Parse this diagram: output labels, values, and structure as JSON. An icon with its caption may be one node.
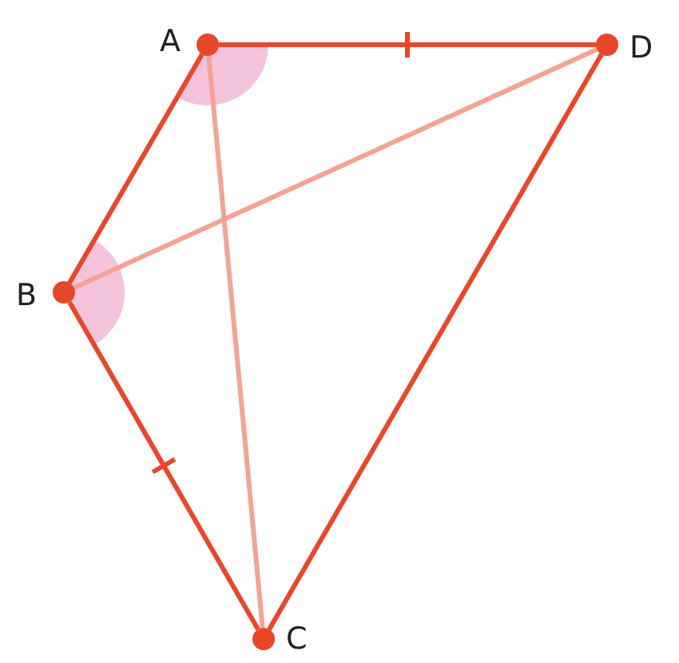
{
  "diagram": {
    "nodes": [
      {
        "text": [
          "A"
        ]
      },
      {
        "text": [
          "B"
        ]
      },
      {
        "text": [
          "C"
        ]
      },
      {
        "text": [
          "D"
        ]
      }
    ],
    "edges": [
      {
        "from": 0,
        "to": 3,
        "arrow": "none"
      },
      {
        "from": 0,
        "to": 1,
        "arrow": "none"
      },
      {
        "from": 1,
        "to": 2,
        "arrow": "none"
      },
      {
        "from": 2,
        "to": 3,
        "arrow": "none"
      },
      {
        "from": 0,
        "to": 2,
        "arrow": "none",
        "color": "#f4a393"
      },
      {
        "from": 1,
        "to": 3,
        "arrow": "none",
        "color": "#f4a393"
      }
    ]
  }
}
